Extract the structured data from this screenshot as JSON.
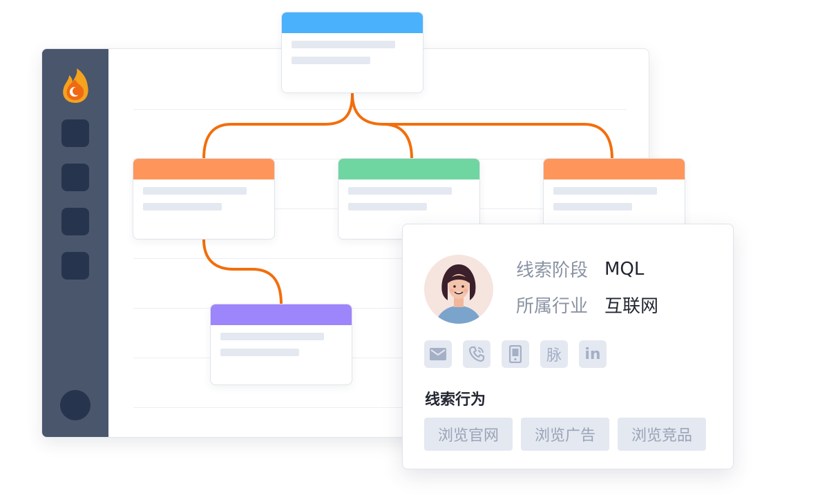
{
  "colors": {
    "sidebar": "#4a566c",
    "sidebar_button": "#27344d",
    "connector": "#f26e0c",
    "node_blue": "#4ab1fd",
    "node_orange": "#fe965c",
    "node_green": "#6fd5a1",
    "node_purple": "#9d85fb",
    "placeholder_bar": "#e4e8f1"
  },
  "profile": {
    "stage_label": "线索阶段",
    "stage_value": "MQL",
    "industry_label": "所属行业",
    "industry_value": "互联网"
  },
  "contact_buttons": [
    {
      "icon": "mail-icon"
    },
    {
      "icon": "phone-icon"
    },
    {
      "icon": "mobile-icon"
    },
    {
      "icon": "network-icon",
      "label": "脉"
    },
    {
      "icon": "linkedin-icon",
      "label": "in"
    }
  ],
  "behavior": {
    "title": "线索行为",
    "tags": [
      "浏览官网",
      "浏览广告",
      "浏览竞品"
    ]
  }
}
